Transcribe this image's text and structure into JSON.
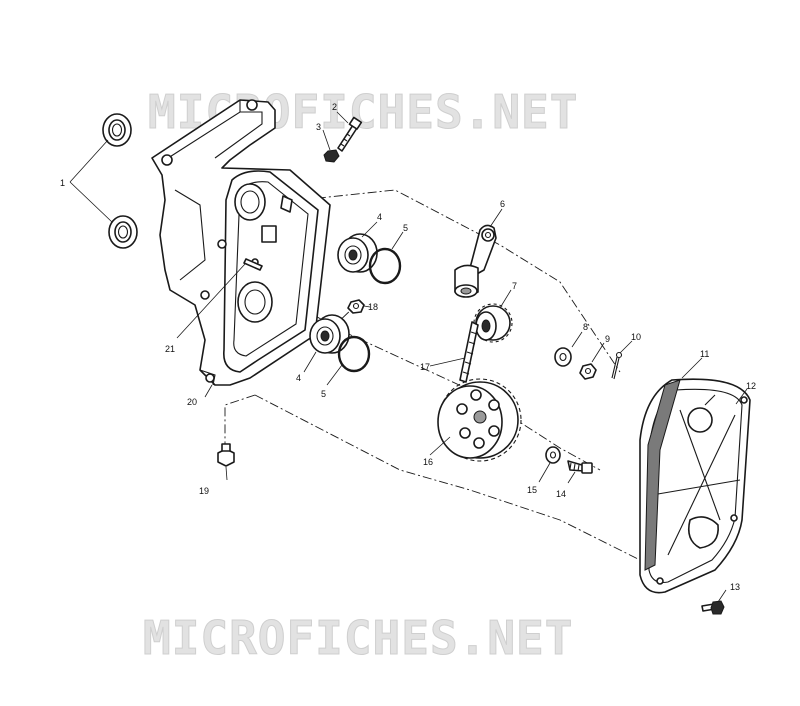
{
  "watermark": {
    "top_text": "MICROFICHES.NET",
    "bottom_text": "MICROFICHES.NET"
  },
  "callouts": {
    "c1": "1",
    "c2": "2",
    "c3": "3",
    "c4a": "4",
    "c4b": "4",
    "c5a": "5",
    "c5b": "5",
    "c6": "6",
    "c7": "7",
    "c8": "8",
    "c9": "9",
    "c10": "10",
    "c11": "11",
    "c12": "12",
    "c13": "13",
    "c14": "14",
    "c15": "15",
    "c16": "16",
    "c17": "17",
    "c18": "18",
    "c19": "19",
    "c20": "20",
    "c21": "21"
  }
}
